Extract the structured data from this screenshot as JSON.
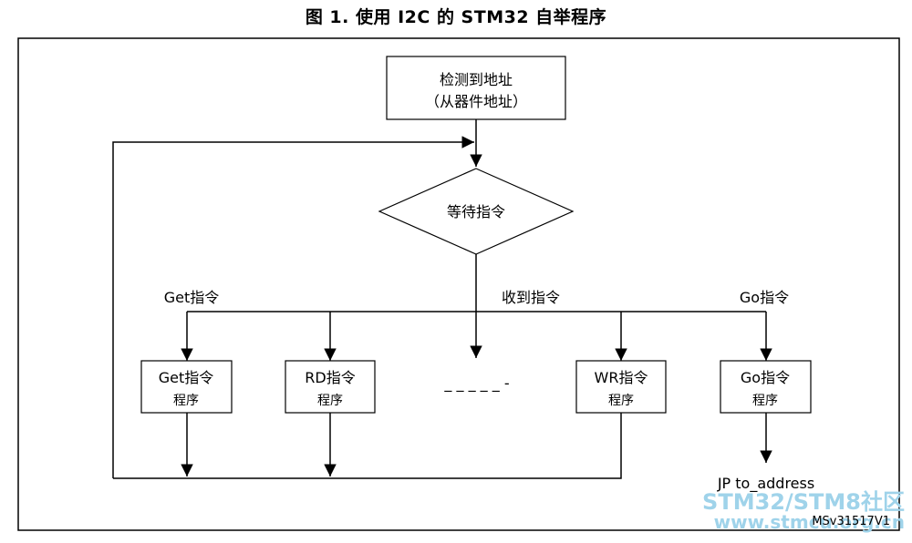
{
  "title": "图 1. 使用 I2C 的 STM32 自举程序",
  "nodes": {
    "detect": {
      "line1": "检测到地址",
      "line2": "（从器件地址）"
    },
    "wait": {
      "label": "等待指令"
    },
    "get": {
      "line1": "Get指令",
      "line2": "程序"
    },
    "rd": {
      "line1": "RD指令",
      "line2": "程序"
    },
    "wr": {
      "line1": "WR指令",
      "line2": "程序"
    },
    "go": {
      "line1": "Go指令",
      "line2": "程序"
    }
  },
  "edge_labels": {
    "get": "Get指令",
    "received": "收到指令",
    "go": "Go指令",
    "jump": "JP to_address",
    "ellipsis": "_ _ _ _ _ -"
  },
  "figure_id": "MSv31517V1",
  "watermark": {
    "line1": "STM32/STM8社区",
    "line2": "www.stmcu.org.cn"
  }
}
